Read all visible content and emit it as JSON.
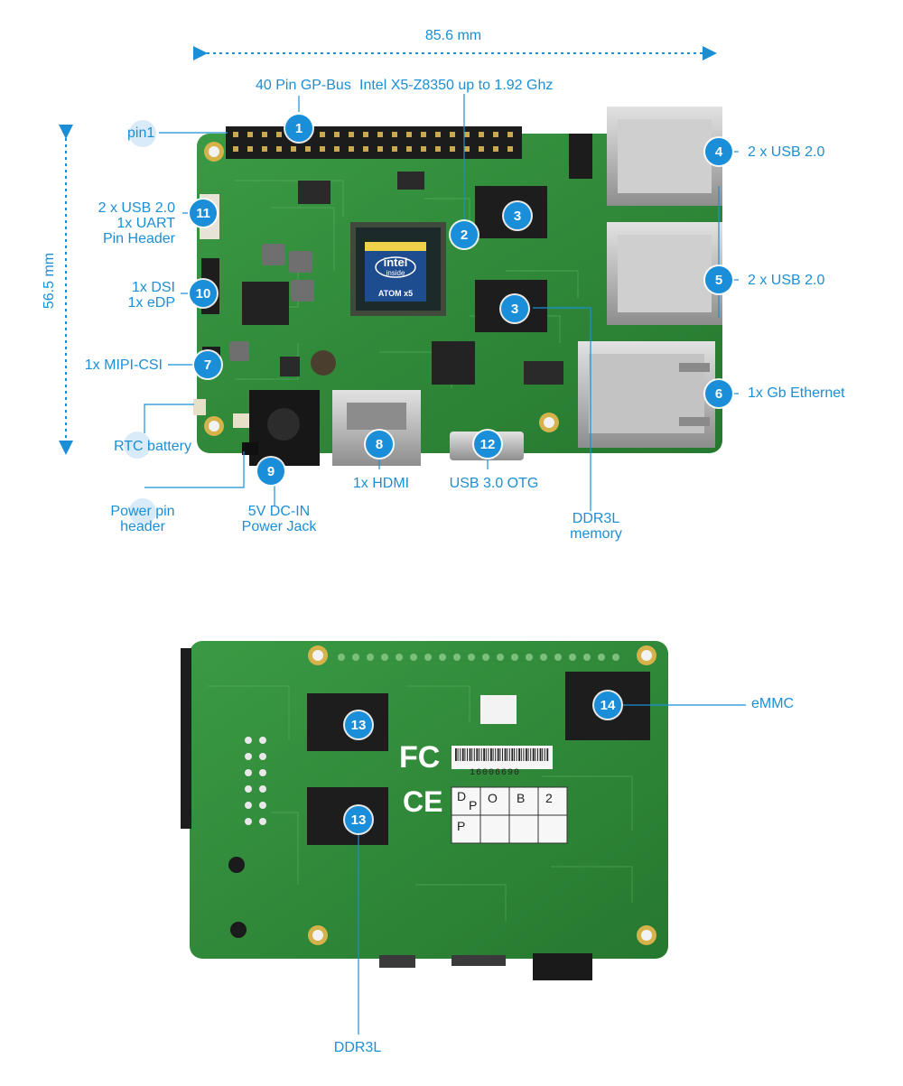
{
  "colors": {
    "accent": "#1b8fd6",
    "badge": "#1a8ed8",
    "pcb": "#2f8a3a",
    "pcb_dark": "#1f6b2b"
  },
  "dimensions": {
    "width": "85.6 mm",
    "height": "56.5 mm"
  },
  "labels": {
    "gpio": "40 Pin GP-Bus",
    "cpu": "Intel X5-Z8350 up to 1.92 Ghz",
    "pin1": "pin1",
    "uart": [
      "2 x USB 2.0",
      "1x UART",
      "Pin Header"
    ],
    "dsi": [
      "1x DSI",
      "1x eDP"
    ],
    "csi": "1x MIPI-CSI",
    "rtc": "RTC battery",
    "power_pin": [
      "Power pin",
      "header"
    ],
    "dc_in": [
      "5V DC-IN",
      "Power Jack"
    ],
    "hdmi": "1x HDMI",
    "otg": "USB 3.0 OTG",
    "ddr3l_top": [
      "DDR3L",
      "memory"
    ],
    "usb_a": "2 x USB 2.0",
    "usb_b": "2 x USB 2.0",
    "ethernet": "1x Gb Ethernet",
    "emmc": "eMMC",
    "ddr3l_bottom": "DDR3L"
  },
  "chip": {
    "brand": "intel",
    "inside": "inside",
    "model": "ATOM x5"
  },
  "board_marks": {
    "serial": "16006690",
    "fc": "FC",
    "ce": "CE",
    "grid": [
      "D",
      "P",
      "O",
      "B",
      "2",
      "P"
    ]
  },
  "badges": {
    "b1": "1",
    "b2": "2",
    "b3a": "3",
    "b3b": "3",
    "b4": "4",
    "b5": "5",
    "b6": "6",
    "b7": "7",
    "b8": "8",
    "b9": "9",
    "b10": "10",
    "b11": "11",
    "b12": "12",
    "b13a": "13",
    "b13b": "13",
    "b14": "14"
  }
}
